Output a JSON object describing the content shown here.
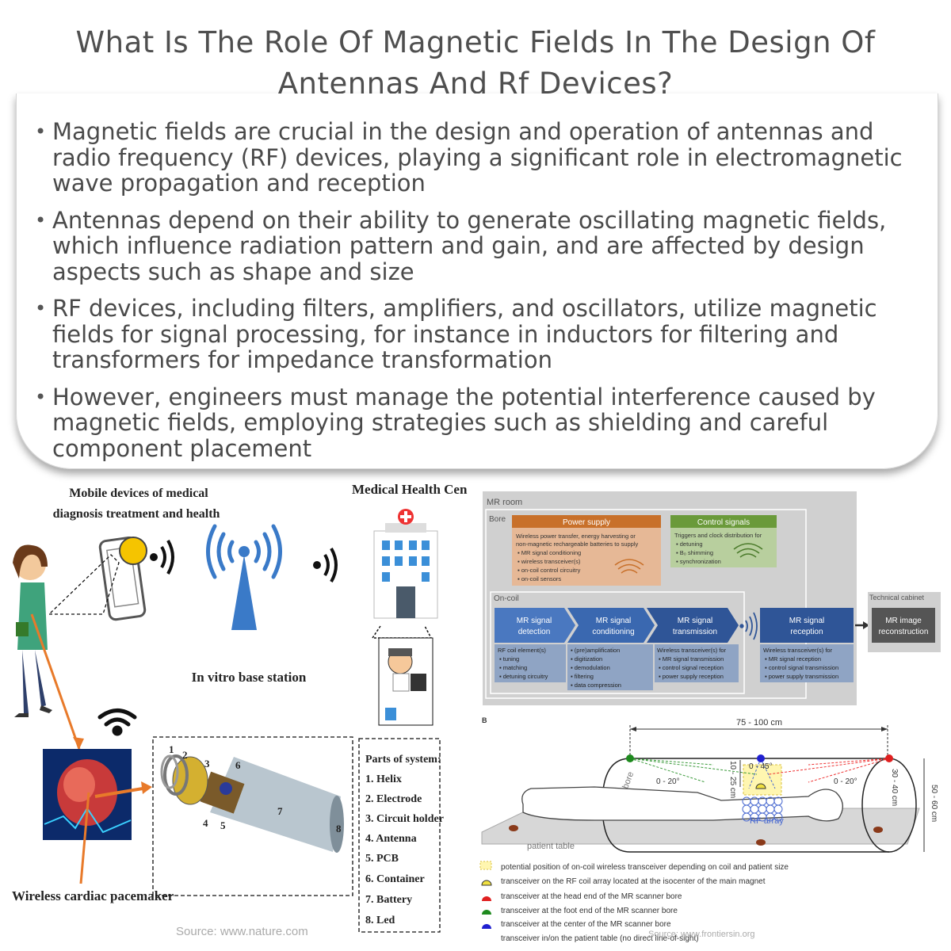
{
  "title": "What Is The Role Of Magnetic Fields In The Design Of Antennas And Rf Devices?",
  "bullets": [
    "Magnetic fields are crucial in the design and operation of antennas and radio frequency (RF) devices, playing a significant role in electromagnetic wave propagation and reception",
    "Antennas depend on their ability to generate oscillating magnetic fields, which influence radiation pattern and gain, and are affected by design aspects such as shape and size",
    "RF devices, including filters, amplifiers, and oscillators, utilize magnetic fields for signal processing, for instance in inductors for filtering and transformers for impedance transformation",
    "However, engineers must manage the potential interference caused by magnetic fields, employing strategies such as shielding and careful component placement"
  ],
  "left_figure": {
    "mobile_label_1": "Mobile devices of medical",
    "mobile_label_2": "diagnosis treatment and health",
    "center_label": "Medical Health Cen",
    "base_station": "In vitro base station",
    "pacemaker": "Wireless cardiac pacemaker",
    "parts_title": "Parts of system:",
    "parts": [
      "1. Helix",
      "2. Electrode",
      "3. Circuit holder",
      "4. Antenna",
      "5. PCB",
      "6. Container",
      "7. Battery",
      "8. Led"
    ],
    "numbers": [
      "1",
      "2",
      "3",
      "4",
      "5",
      "6",
      "7",
      "8"
    ],
    "source": "Source: www.nature.com"
  },
  "right_figure": {
    "mr_room": "MR room",
    "bore": "Bore",
    "power_supply": "Power supply",
    "power_items": [
      "Wireless power transfer, energy harvesting or",
      "non-magnetic rechargeable batteries to supply",
      "▪ MR signal conditioning",
      "▪ wireless transceiver(s)",
      "▪ on-coil control circuitry",
      "▪ on-coil sensors"
    ],
    "control_signals": "Control signals",
    "control_items": [
      "Triggers and clock distribution for",
      "▪ detuning",
      "▪ B₀ shimming",
      "▪ synchronization"
    ],
    "on_coil": "On-coil",
    "technical_cabinet": "Technical cabinet",
    "stages": [
      {
        "l1": "MR signal",
        "l2": "detection"
      },
      {
        "l1": "MR signal",
        "l2": "conditioning"
      },
      {
        "l1": "MR signal",
        "l2": "transmission"
      },
      {
        "l1": "MR signal",
        "l2": "reception"
      }
    ],
    "recon_1": "MR image",
    "recon_2": "reconstruction",
    "detail_1": [
      "RF coil element(s)",
      "▪ tuning",
      "▪ matching",
      "▪ detuning circuitry"
    ],
    "detail_2": [
      "▪ (pre)amplification",
      "▪ digitization",
      "▪ demodulation",
      "▪ filtering",
      "▪ data compression"
    ],
    "detail_3": [
      "Wireless transceiver(s) for",
      "▪ MR signal transmission",
      "▪ control signal reception",
      "▪ power supply reception"
    ],
    "detail_4": [
      "Wireless transceiver(s) for",
      "▪ MR signal reception",
      "▪ control signal transmission",
      "▪ power supply transmission"
    ],
    "b_label": "B",
    "dim_length": "75 - 100 cm",
    "dim_height": "10 - 25 cm",
    "dim_angle_top": "0 - 45°",
    "dim_angle_left": "0 - 20°",
    "dim_angle_right": "0 - 20°",
    "dim_inner": "30 - 40 cm",
    "dim_outer": "50 - 60 cm",
    "mr_bore": "MR bore",
    "rf_array": "RF array",
    "patient_table": "patient table",
    "legend": [
      "potential position of on-coil wireless transceiver depending on coil and patient size",
      "transceiver on the RF coil array located at the isocenter of the main magnet",
      "transceiver at the head end of the MR scanner bore",
      "transceiver at the foot end of the MR scanner bore",
      "transceiver at the center of the MR scanner bore",
      "transceiver in/on the patient table (no direct line-of-sight)"
    ],
    "source": "Source: www.frontiersin.org",
    "colors": {
      "power": "#c8702a",
      "control": "#6a9a3a",
      "stage": "#2f5597",
      "cabinet": "#555555"
    }
  }
}
